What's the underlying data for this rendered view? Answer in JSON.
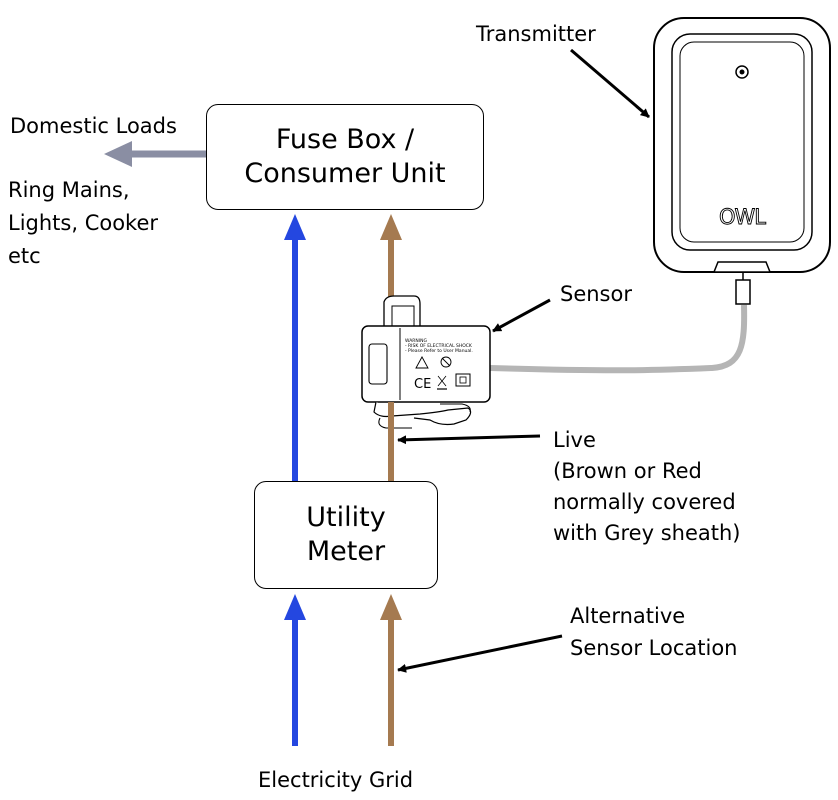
{
  "labels": {
    "domestic_loads": "Domestic Loads",
    "ring_mains": [
      "Ring Mains,",
      "Lights, Cooker",
      "etc"
    ],
    "transmitter": "Transmitter",
    "sensor": "Sensor",
    "live": [
      "Live",
      "(Brown or Red",
      "normally covered",
      "with Grey sheath)"
    ],
    "alternative": [
      "Alternative",
      "Sensor Location"
    ],
    "grid": "Electricity Grid"
  },
  "boxes": {
    "fuse_box": [
      "Fuse Box /",
      "Consumer Unit"
    ],
    "meter": [
      "Utility",
      "Meter"
    ]
  },
  "device": {
    "brand": "OWL",
    "sensor_warning": [
      "WARNING",
      "- RISK OF ELECTRICAL SHOCK",
      "- Please Refer to User Manual."
    ],
    "sensor_mark": "CE"
  },
  "colors": {
    "neutral_wire": "#2447e0",
    "live_wire": "#a57a50",
    "load_arrow": "#8a8ea3",
    "sensor_cable": "#b5b5b5"
  }
}
